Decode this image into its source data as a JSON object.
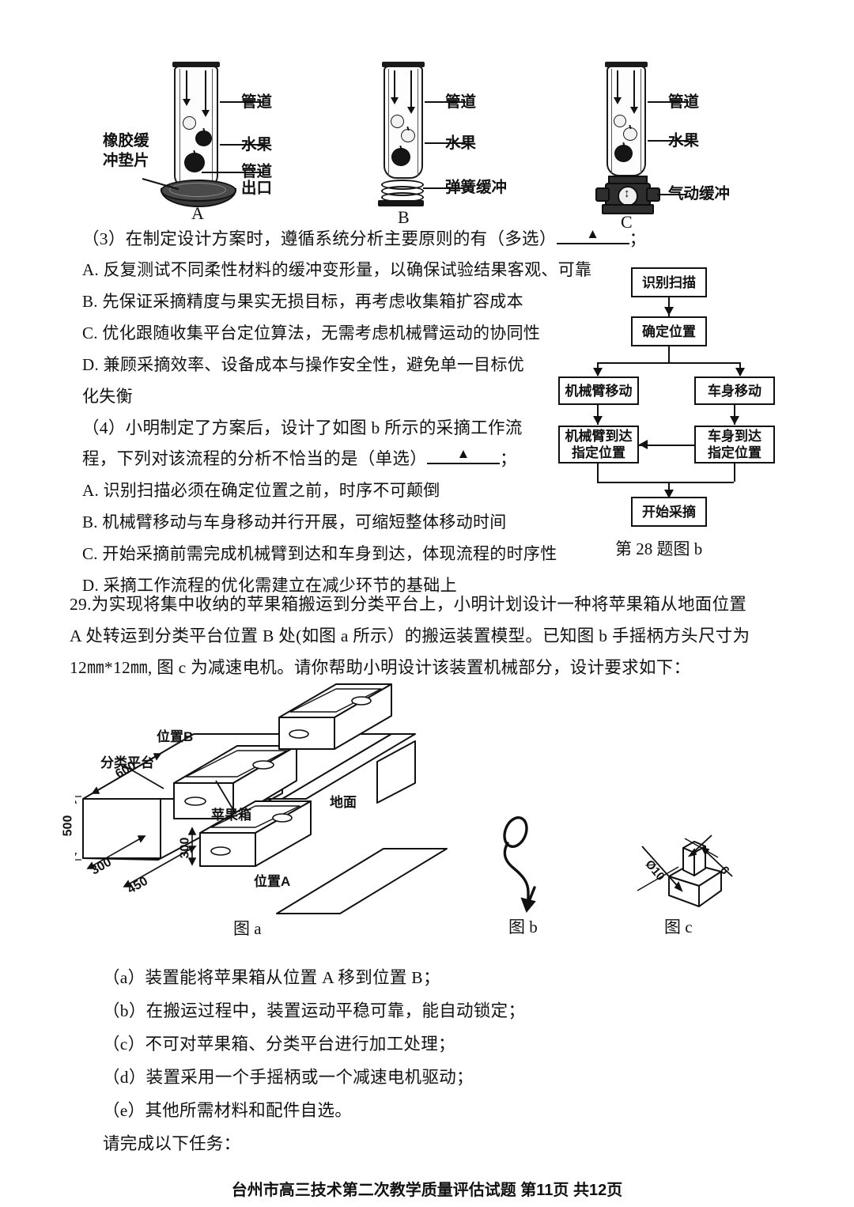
{
  "figures_top": {
    "items": [
      {
        "caption": "A",
        "labels": [
          "管道",
          "水果",
          "管道",
          "出口"
        ],
        "label_pipe": "管道",
        "label_fruit": "水果",
        "label_outlet_line1": "管道",
        "label_outlet_line2": "出口",
        "label_left_line1": "橡胶缓",
        "label_left_line2": "冲垫片",
        "buffer_name": "橡胶缓冲垫片"
      },
      {
        "caption": "B",
        "label_pipe": "管道",
        "label_fruit": "水果",
        "label_buffer": "弹簧缓冲"
      },
      {
        "caption": "C",
        "label_pipe": "管道",
        "label_fruit": "水果",
        "label_buffer": "气动缓冲"
      }
    ]
  },
  "question28": {
    "part3": {
      "stem_before": "（3）在制定设计方案时，遵循系统分析主要原则的有（多选）",
      "blank_marker": "▲",
      "stem_after": "；",
      "options": [
        "A. 反复测试不同柔性材料的缓冲变形量，以确保试验结果客观、可靠",
        "B. 先保证采摘精度与果实无损目标，再考虑收集箱扩容成本",
        "C. 优化跟随收集平台定位算法，无需考虑机械臂运动的协同性",
        "D. 兼顾采摘效率、设备成本与操作安全性，避免单一目标优",
        "化失衡"
      ]
    },
    "part4": {
      "stem_line1": "（4）小明制定了方案后，设计了如图 b 所示的采摘工作流",
      "stem_line2_before": "程，下列对该流程的分析不恰当的是（单选）",
      "blank_marker": "▲",
      "stem_line2_after": "；",
      "options": [
        "A. 识别扫描必须在确定位置之前，时序不可颠倒",
        "B. 机械臂移动与车身移动并行开展，可缩短整体移动时间",
        "C. 开始采摘前需完成机械臂到达和车身到达，体现流程的时序性",
        "D. 采摘工作流程的优化需建立在减少环节的基础上"
      ]
    }
  },
  "flowchart": {
    "caption": "第 28 题图 b",
    "nodes": {
      "scan": "识别扫描",
      "locate": "确定位置",
      "arm_move": "机械臂移动",
      "body_move": "车身移动",
      "arm_arrive_l1": "机械臂到达",
      "arm_arrive_l2": "指定位置",
      "body_arrive_l1": "车身到达",
      "body_arrive_l2": "指定位置",
      "start_pick": "开始采摘"
    }
  },
  "question29": {
    "stem_lines": [
      "29.为实现将集中收纳的苹果箱搬运到分类平台上，小明计划设计一种将苹果箱从地面位置",
      "A 处转运到分类平台位置 B 处(如图 a 所示）的搬运装置模型。已知图 b 手摇柄方头尺寸为",
      "12㎜*12㎜, 图 c 为减速电机。请你帮助小明设计该装置机械部分，设计要求如下："
    ],
    "requirements": [
      "（a）装置能将苹果箱从位置 A 移到位置 B；",
      "（b）在搬运过程中，装置运动平稳可靠，能自动锁定；",
      "（c）不可对苹果箱、分类平台进行加工处理；",
      "（d）装置采用一个手摇柄或一个减速电机驱动；",
      "（e）其他所需材料和配件自选。"
    ],
    "tasks_prompt": "请完成以下任务："
  },
  "figure_a": {
    "caption": "图 a",
    "labels": {
      "position_b": "位置B",
      "position_a": "位置A",
      "platform": "分类平台",
      "apple_box": "苹果箱",
      "ground": "地面"
    },
    "dimensions": {
      "height_500": "500",
      "width_600": "600",
      "box_height_300": "300",
      "depth_300": "300",
      "length_450": "450"
    }
  },
  "figure_b": {
    "caption": "图 b",
    "description": "手摇柄"
  },
  "figure_c": {
    "caption": "图 c",
    "description": "减速电机",
    "dim_diameter": "Ø10",
    "dim_six": "6"
  },
  "footer": {
    "text": "台州市高三技术第二次教学质量评估试题  第11页  共12页"
  }
}
